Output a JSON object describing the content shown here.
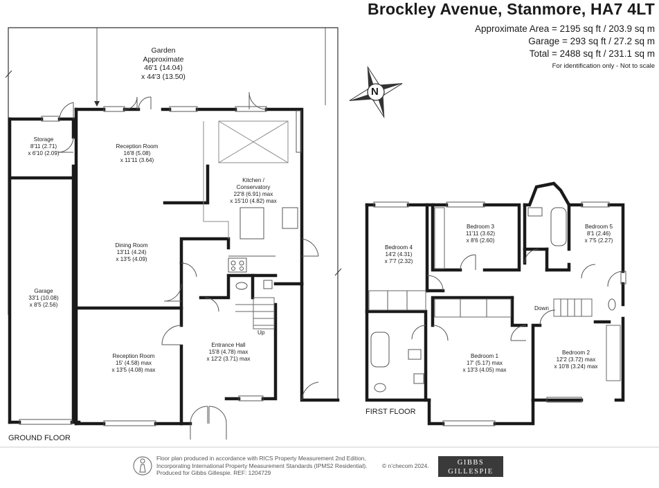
{
  "header": {
    "title": "Brockley Avenue, Stanmore, HA7 4LT",
    "area_lines": [
      "Approximate Area = 2195 sq ft / 203.9 sq m",
      "Garage = 293 sq ft / 27.2 sq m",
      "Total = 2488 sq ft / 231.1 sq m"
    ],
    "note": "For identification only - Not to scale"
  },
  "compass": {
    "letter": "N"
  },
  "ground_floor": {
    "label": "GROUND FLOOR",
    "garden": {
      "name": "Garden",
      "sub": "Approximate",
      "dim1": "46'1 (14.04)",
      "dim2": "x 44'3 (13.50)"
    },
    "rooms": [
      {
        "name": "Storage",
        "dim1": "8'11 (2.71)",
        "dim2": "x 6'10 (2.09)"
      },
      {
        "name": "Reception Room",
        "dim1": "16'8 (5.08)",
        "dim2": "x 11'11 (3.64)"
      },
      {
        "name": "Kitchen /",
        "name2": "Conservatory",
        "dim1": "22'8 (6.91) max",
        "dim2": "x 15'10 (4.82) max"
      },
      {
        "name": "Dining Room",
        "dim1": "13'11 (4.24)",
        "dim2": "x 13'5 (4.09)"
      },
      {
        "name": "Garage",
        "dim1": "33'1 (10.08)",
        "dim2": "x 8'5 (2.56)"
      },
      {
        "name": "Reception Room",
        "dim1": "15' (4.58) max",
        "dim2": "x 13'5 (4.08) max"
      },
      {
        "name": "Entrance Hall",
        "dim1": "15'8 (4.78) max",
        "dim2": "x 12'2 (3.71) max"
      }
    ],
    "stair_label": "Up"
  },
  "first_floor": {
    "label": "FIRST FLOOR",
    "rooms": [
      {
        "name": "Bedroom 3",
        "dim1": "11'11 (3.62)",
        "dim2": "x 8'6 (2.60)"
      },
      {
        "name": "Bedroom 5",
        "dim1": "8'1 (2.46)",
        "dim2": "x 7'5 (2.27)"
      },
      {
        "name": "Bedroom 4",
        "dim1": "14'2 (4.31)",
        "dim2": "x 7'7 (2.32)"
      },
      {
        "name": "Bedroom 1",
        "dim1": "17' (5.17) max",
        "dim2": "x 13'3 (4.05) max"
      },
      {
        "name": "Bedroom 2",
        "dim1": "12'2 (3.72) max",
        "dim2": "x 10'8 (3.24) max"
      }
    ],
    "stair_label": "Down"
  },
  "footer": {
    "lines": [
      "Floor plan produced in accordance with RICS Property Measurement 2nd Edition,",
      "Incorporating International Property Measurement Standards (IPMS2 Residential).",
      "Produced for Gibbs Gillespie.   REF: 1204729"
    ],
    "credit": "© n’checom 2024.",
    "logo_line1": "GIBBS",
    "logo_line2": "GILLESPIE"
  },
  "colors": {
    "wall": "#1a1a1a",
    "line": "#555555",
    "logo_bg": "#3a3a3a"
  }
}
